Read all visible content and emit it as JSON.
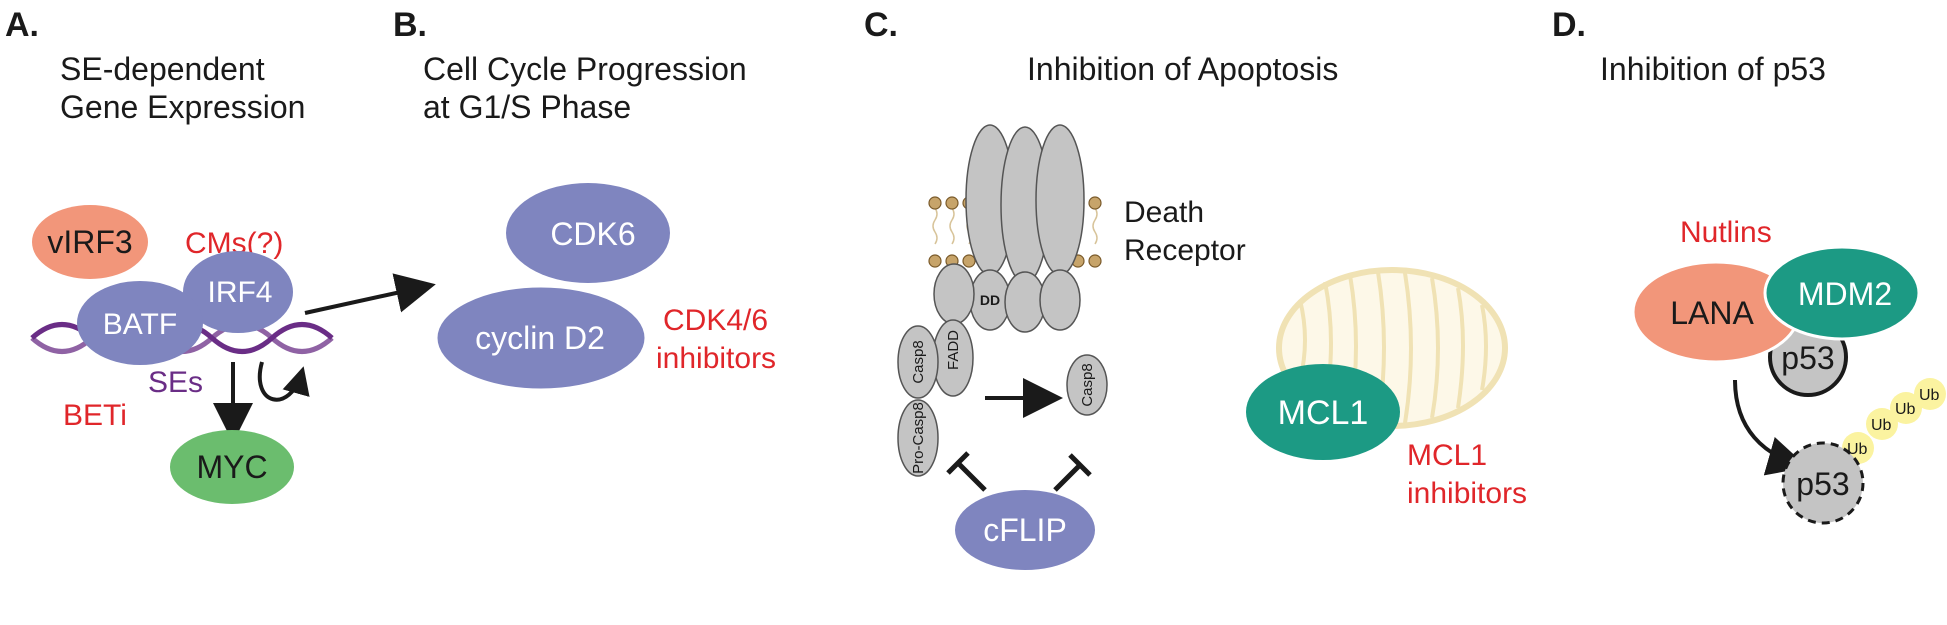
{
  "panels": {
    "a": {
      "letter": "A.",
      "title_line1": "SE-dependent",
      "title_line2": "Gene Expression",
      "vIRF3": "vIRF3",
      "cms": "CMs(?)",
      "irf4": "IRF4",
      "batf": "BATF",
      "ses": "SEs",
      "beti": "BETi",
      "myc": "MYC"
    },
    "b": {
      "letter": "B.",
      "title_line1": "Cell Cycle Progression",
      "title_line2": "at G1/S Phase",
      "cdk6": "CDK6",
      "cyclin": "cyclin D2",
      "inhib_line1": "CDK4/6",
      "inhib_line2": "inhibitors"
    },
    "c": {
      "letter": "C.",
      "title": "Inhibition of Apoptosis",
      "death_line1": "Death",
      "death_line2": "Receptor",
      "dd": "DD",
      "fadd": "FADD",
      "procasp8_a": "Casp8",
      "procasp8_b": "Pro-Casp8",
      "casp8": "Casp8",
      "cflip": "cFLIP",
      "mcl1": "MCL1",
      "inhib_line1": "MCL1",
      "inhib_line2": "inhibitors"
    },
    "d": {
      "letter": "D.",
      "title": "Inhibition of p53",
      "nutlins": "Nutlins",
      "lana": "LANA",
      "mdm2": "MDM2",
      "p53_bound": "p53",
      "p53_free": "p53",
      "ub": [
        "Ub",
        "Ub",
        "Ub",
        "Ub"
      ]
    }
  },
  "colors": {
    "purple": "#7f85bf",
    "salmon": "#f2967a",
    "teal": "#1c9a84",
    "green": "#6bbd6e",
    "grey": "#c4c4c4",
    "red": "#e0262a",
    "dna": "#6a2d86",
    "mito": "#f2e7c4",
    "yellow": "#fbf3a0",
    "lipid": "#c7a46a"
  }
}
